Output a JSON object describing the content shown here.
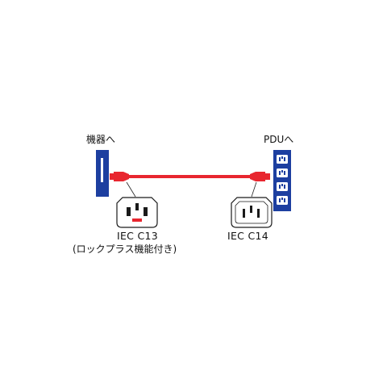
{
  "labels": {
    "device": "機器へ",
    "pdu": "PDUへ",
    "c13_name": "IEC C13",
    "c13_note": "(ロックプラス機能付き)",
    "c14_name": "IEC C14"
  },
  "colors": {
    "cable": "#e8262f",
    "device_blue": "#1d3fa0",
    "outline": "#1a1a1a",
    "lock_tab": "#e8262f"
  },
  "pdu": {
    "outlet_count": 4
  }
}
